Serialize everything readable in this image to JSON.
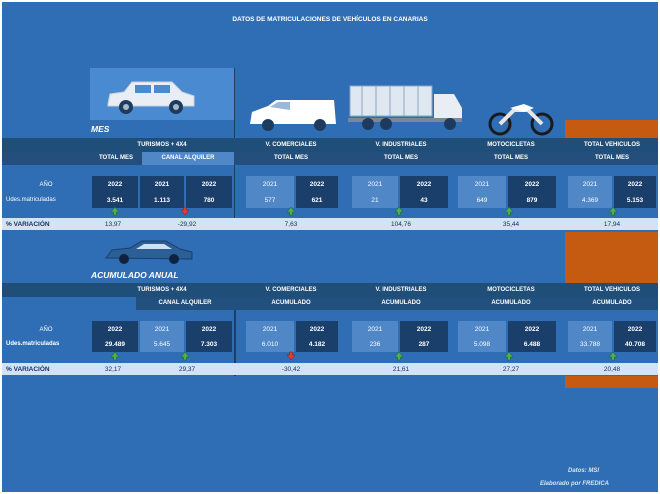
{
  "title": "DATOS DE MATRICULACIONES DE VEHÍCULOS EN CANARIAS",
  "icons": [
    "car-icon",
    "van-icon",
    "truck-icon",
    "motorcycle-icon",
    "sedan-icon",
    "arrow-up-icon",
    "arrow-down-icon"
  ],
  "colors": {
    "background": "#2f6eb5",
    "band": "#1f4e79",
    "accent_orange": "#c55a11",
    "variation_row": "#d3e3f4"
  },
  "mes": {
    "section_label": "MES",
    "turismos_header": "TURISMOS + 4X4",
    "total_mes": "TOTAL MES",
    "canal_alquiler": "CANAL ALQUILER",
    "vcom_header": "V. COMERCIALES",
    "vind_header": "V. INDUSTRIALES",
    "moto_header": "MOTOCICLETAS",
    "total_header": "TOTAL VEHICULOS",
    "row_year": "AÑO",
    "row_units": "Udes.matriculadas",
    "row_var": "% VARIACIÓN",
    "turismos": {
      "y2022": "2022",
      "v2022": "3.541",
      "var": "13,97"
    },
    "alquiler": {
      "y2021": "2021",
      "y2022": "2022",
      "v2021": "1.113",
      "v2022": "780",
      "var": "-29,92"
    },
    "vcom": {
      "y2021": "2021",
      "y2022": "2022",
      "v2021": "577",
      "v2022": "621",
      "var": "7,63"
    },
    "vind": {
      "y2021": "2021",
      "y2022": "2022",
      "v2021": "21",
      "v2022": "43",
      "var": "104,76"
    },
    "moto": {
      "y2021": "2021",
      "y2022": "2022",
      "v2021": "649",
      "v2022": "879",
      "var": "35,44"
    },
    "total": {
      "y2021": "2021",
      "y2022": "2022",
      "v2021": "4.369",
      "v2022": "5.153",
      "var": "17,94"
    }
  },
  "anual": {
    "section_label": "ACUMULADO ANUAL",
    "turismos_header": "TURISMOS + 4X4",
    "canal_alquiler": "CANAL ALQUILER",
    "vcom_header": "V. COMERCIALES",
    "vind_header": "V. INDUSTRIALES",
    "moto_header": "MOTOCICLETAS",
    "total_header": "TOTAL VEHICULOS",
    "acumulado": "ACUMULADO",
    "row_year": "AÑO",
    "row_units": "Udes.matriculadas",
    "row_var": "% VARIACIÓN",
    "turismos": {
      "y2022": "2022",
      "v2022": "29.489",
      "var": "32,17"
    },
    "alquiler": {
      "y2021": "2021",
      "y2022": "2022",
      "v2021": "5.645",
      "v2022": "7.303",
      "var": "29,37"
    },
    "vcom": {
      "y2021": "2021",
      "y2022": "2022",
      "v2021": "6.010",
      "v2022": "4.182",
      "var": "-30,42"
    },
    "vind": {
      "y2021": "2021",
      "y2022": "2022",
      "v2021": "236",
      "v2022": "287",
      "var": "21,61"
    },
    "moto": {
      "y2021": "2021",
      "y2022": "2022",
      "v2021": "5.098",
      "v2022": "6.488",
      "var": "27,27"
    },
    "total": {
      "y2021": "2021",
      "y2022": "2022",
      "v2021": "33.788",
      "v2022": "40.708",
      "var": "20,48"
    }
  },
  "footer": {
    "source": "Datos: MSI",
    "author": "Elaborado por  FREDICA"
  }
}
